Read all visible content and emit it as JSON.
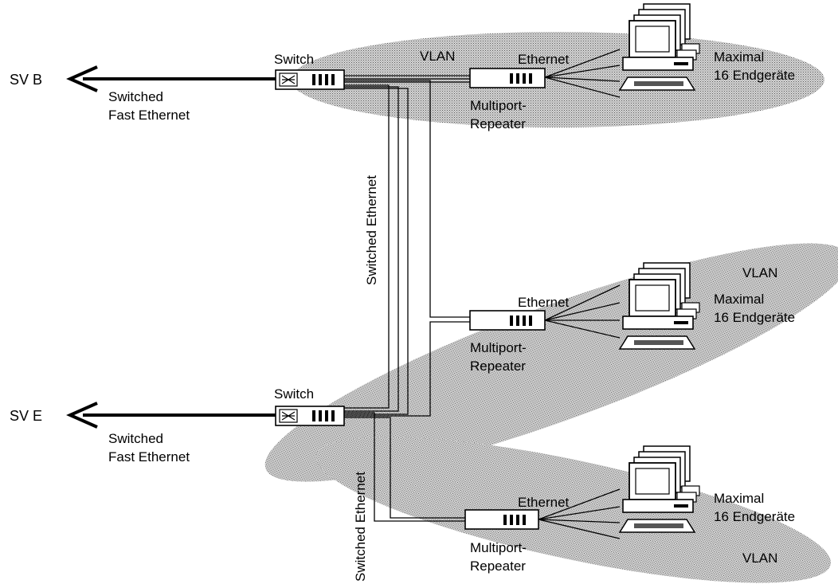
{
  "diagram": {
    "uplink_b": {
      "target": "SV B",
      "label_line1": "Switched",
      "label_line2": "Fast Ethernet"
    },
    "uplink_e": {
      "target": "SV E",
      "label_line1": "Switched",
      "label_line2": "Fast Ethernet"
    },
    "switch_top": {
      "label": "Switch"
    },
    "switch_bottom": {
      "label": "Switch"
    },
    "trunk_label_upper": "Switched Ethernet",
    "trunk_label_lower": "Switched Ethernet",
    "vlan_label": "VLAN",
    "segment_top": {
      "media": "Ethernet",
      "repeater_line1": "Multiport-",
      "repeater_line2": "Repeater",
      "devices_line1": "Maximal",
      "devices_line2": "16 Endgeräte"
    },
    "segment_mid": {
      "media": "Ethernet",
      "repeater_line1": "Multiport-",
      "repeater_line2": "Repeater",
      "devices_line1": "Maximal",
      "devices_line2": "16 Endgeräte"
    },
    "segment_bottom": {
      "media": "Ethernet",
      "repeater_line1": "Multiport-",
      "repeater_line2": "Repeater",
      "devices_line1": "Maximal",
      "devices_line2": "16 Endgeräte"
    }
  }
}
